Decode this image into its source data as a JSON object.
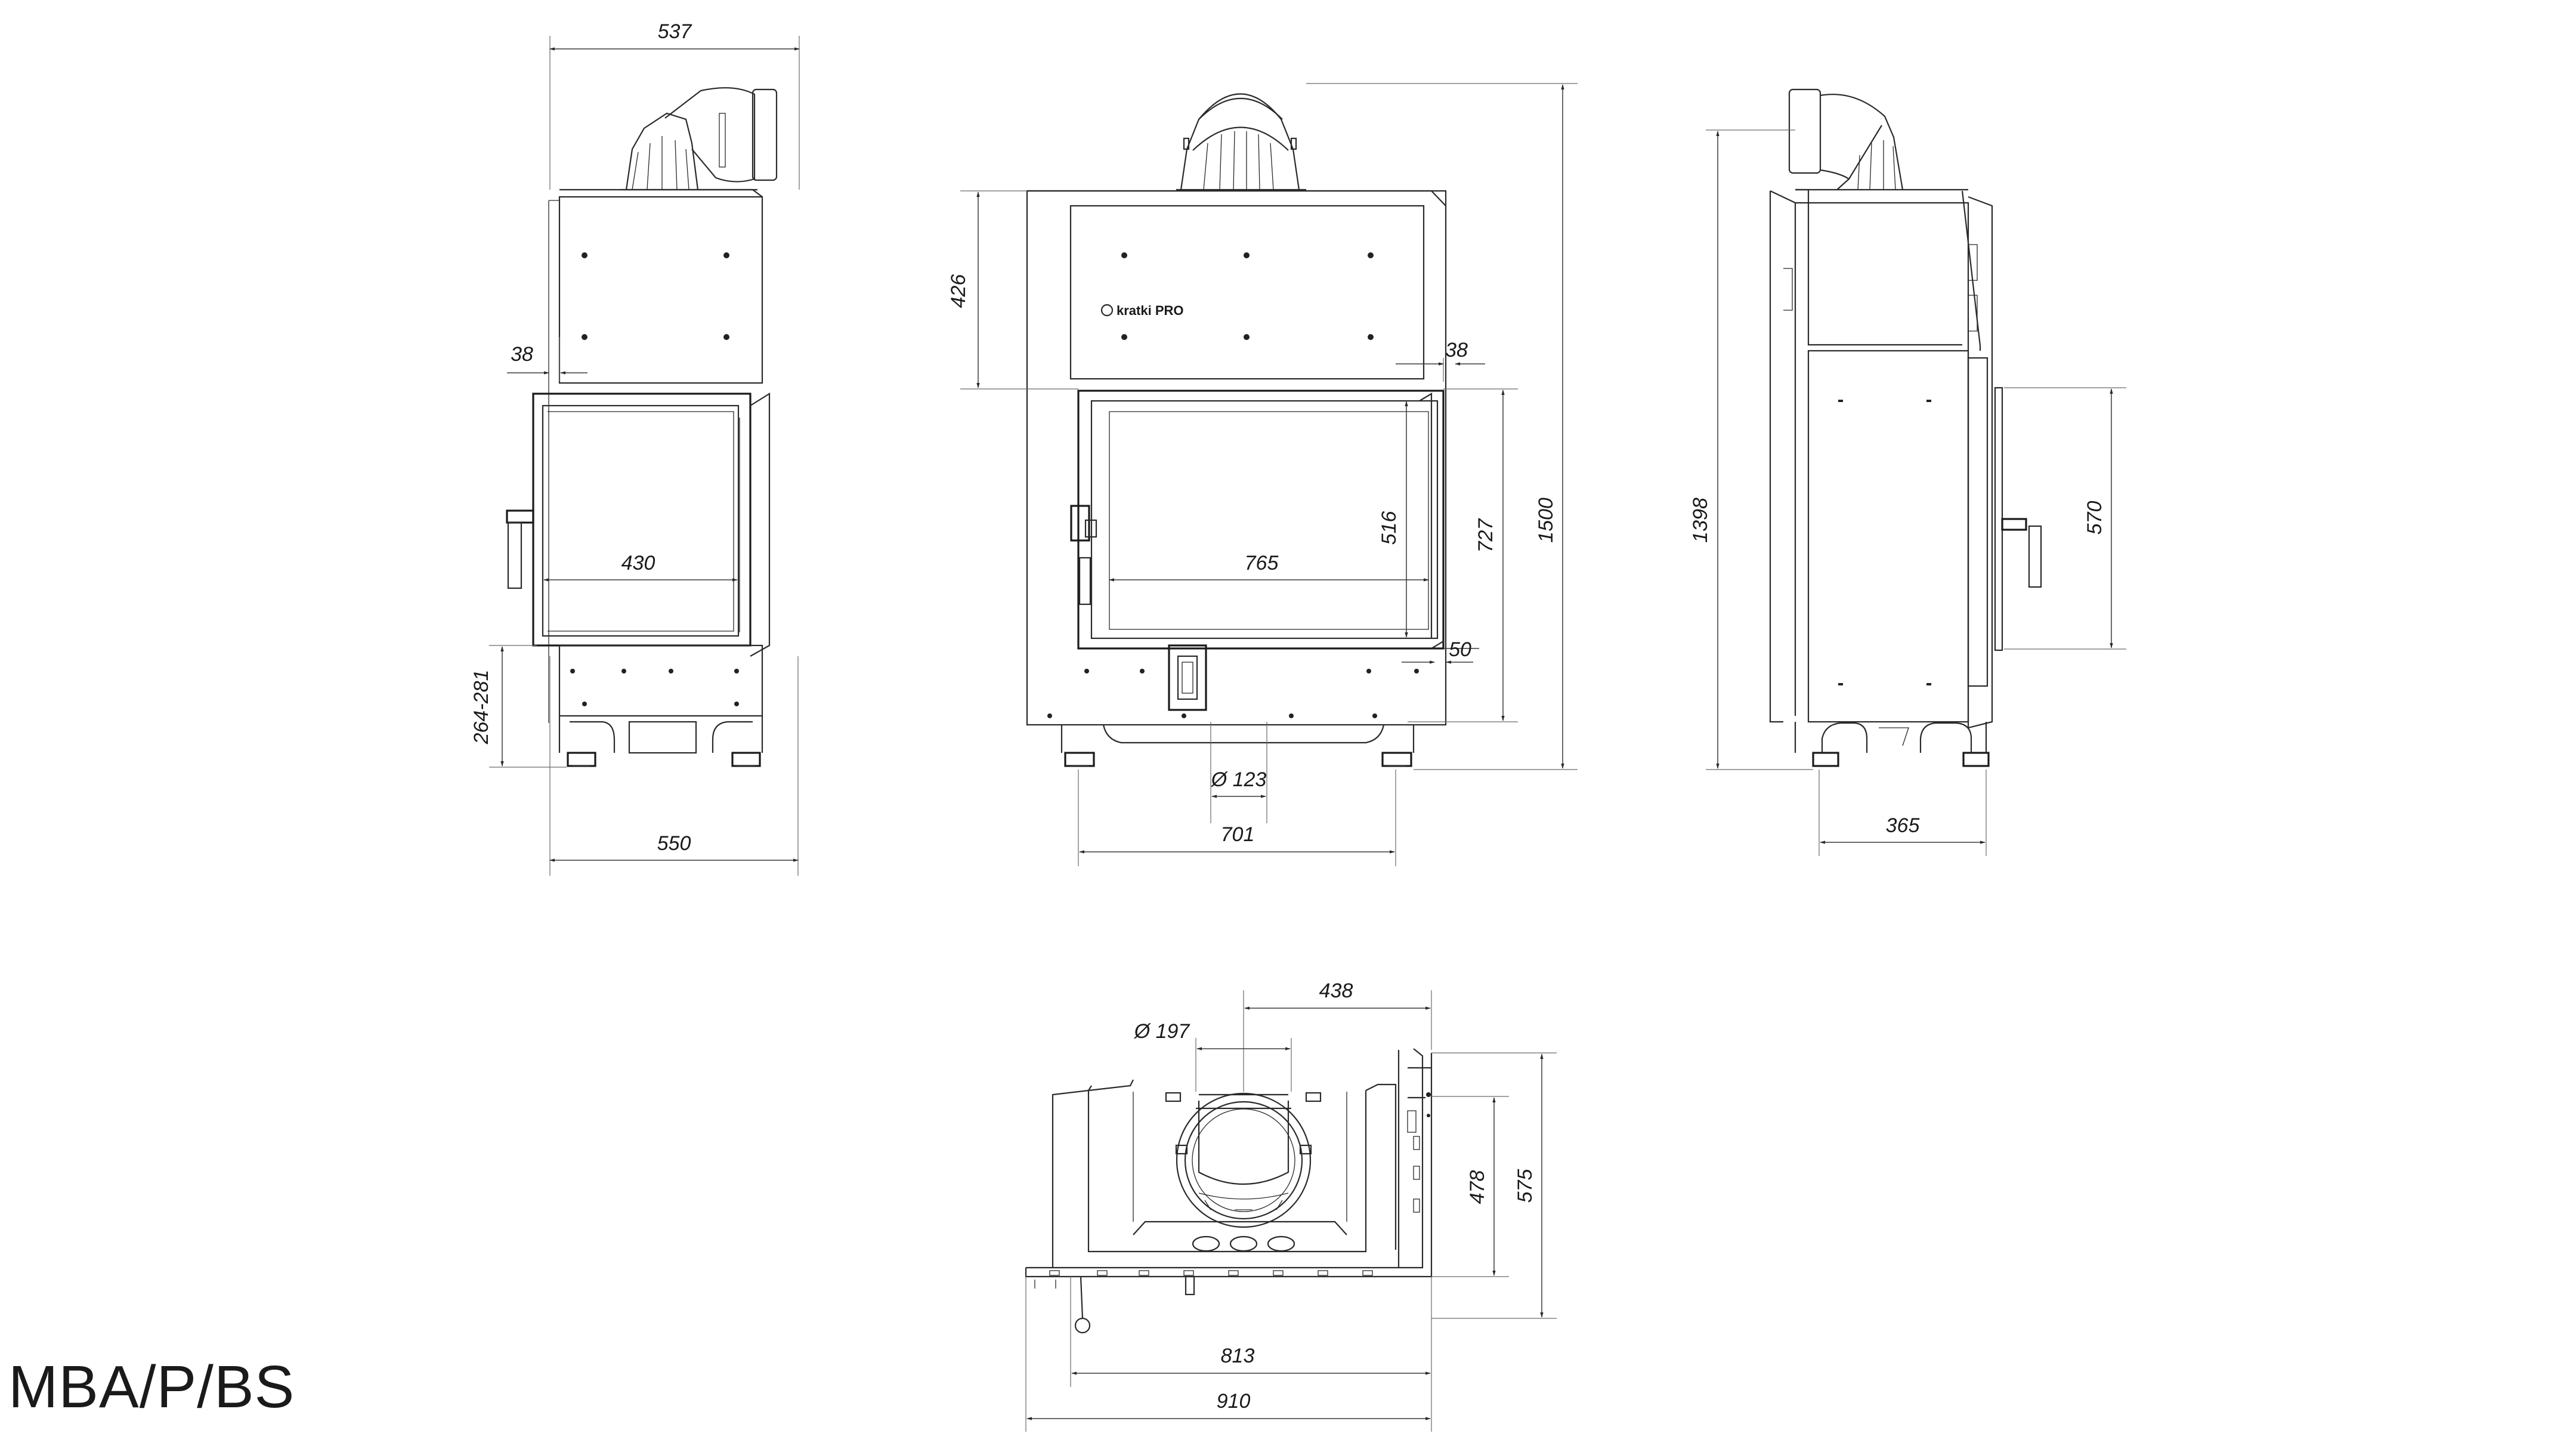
{
  "model": "MBA/P/BS",
  "brand_logo_text": "kratki PRO",
  "views": {
    "side_left": {
      "dims": {
        "top_width": "537",
        "frame_offset": "38",
        "glass_width": "430",
        "leg_height": "264-281",
        "base_width": "550"
      }
    },
    "front": {
      "dims": {
        "upper_height": "426",
        "frame_offset": "38",
        "glass_height": "516",
        "glass_width": "765",
        "opening_height": "727",
        "total_height": "1500",
        "bottom_offset": "50",
        "air_inlet": "Ø 123",
        "base_width": "701"
      }
    },
    "side_right": {
      "dims": {
        "total_height": "1398",
        "door_height": "570",
        "depth": "365"
      }
    },
    "top": {
      "dims": {
        "flue_diameter": "Ø 197",
        "flue_offset": "438",
        "inner_depth": "478",
        "outer_depth": "575",
        "inner_width": "813",
        "outer_width": "910"
      }
    }
  }
}
